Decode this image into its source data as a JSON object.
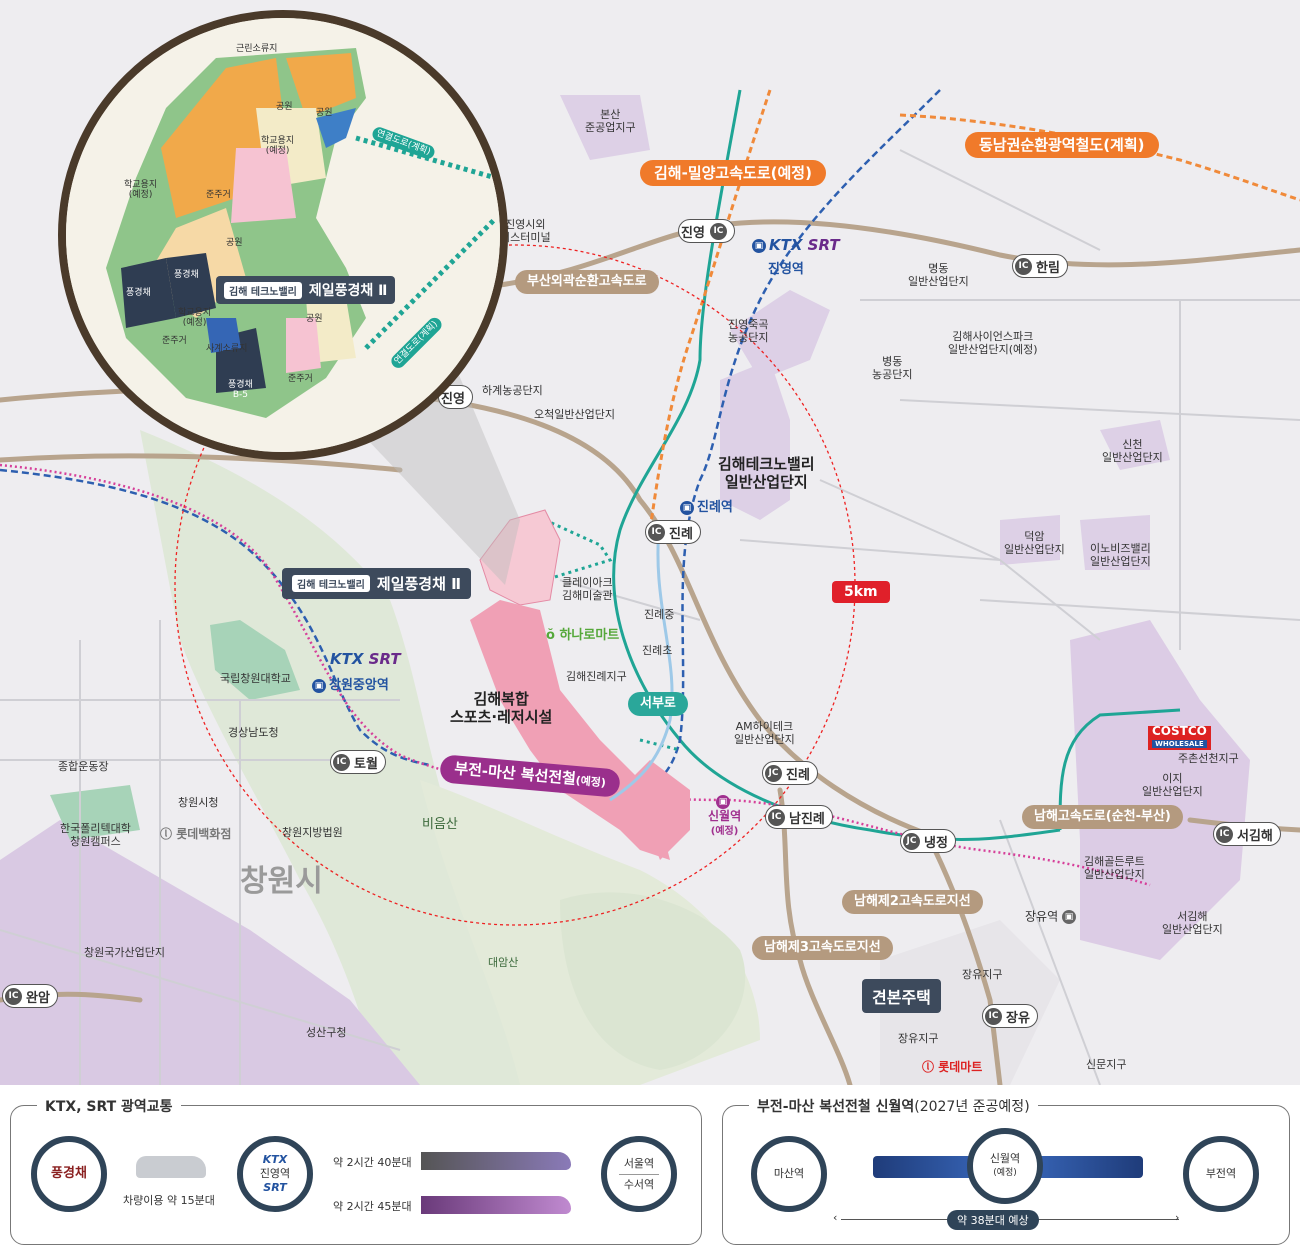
{
  "map": {
    "roads": {
      "gimhae_miryang": "김해-밀양고속도로(예정)",
      "dongnam_rail": "동남권순환광역철도(계획)",
      "busan_outer": "부산외곽순환고속도로",
      "bujeon_masan": "부전-마산 복선전철",
      "bujeon_masan_suffix": "(예정)",
      "namhae": "남해고속도로(순천-부산)",
      "namhae2": "남해제2고속도로지선",
      "namhae3": "남해제3고속도로지선",
      "seobu": "서부로"
    },
    "ic": {
      "jinyeong": "진영",
      "hallim": "한림",
      "jinrye": "진례",
      "toweol": "토월",
      "namjinrye": "남진례",
      "seogimhae": "서김해",
      "jangyu": "장유",
      "wanam": "완암",
      "jinyeong2": "진영"
    },
    "jc": {
      "jinrye": "진례",
      "naengjeong": "냉정"
    },
    "badges": {
      "ic": "IC",
      "jc": "JC"
    },
    "stations": {
      "jinyeong": "진영역",
      "jinrye": "진례역",
      "changwon_jungang": "창원중앙역",
      "sinwol": "신월역",
      "sinwol_note": "(예정)",
      "jangyu": "장유역"
    },
    "brands": {
      "ktx": "KTX",
      "srt": "SRT",
      "hanaro": "하나로마트",
      "lotte_dept": "롯데백화점",
      "lotte_mart": "롯데마트",
      "costco": "COSTCO",
      "costco_sub": "WHOLESALE"
    },
    "site_box": {
      "tag": "김해 테크노밸리",
      "name": "제일풍경채 Ⅱ"
    },
    "gyeonbon": "견본주택",
    "radius": "5km",
    "city": "창원시",
    "places": {
      "bonsan": "본산\n준공업지구",
      "jinyeong_terminal": "진영시외\n버스터미널",
      "myeongdong": "명동\n일반산업단지",
      "science_park": "김해사이언스파크\n일반산업단지(예정)",
      "jinyeong_juk": "진영죽곡\n농공단지",
      "byeongdong": "병동\n농공단지",
      "hagye": "하계농공단지",
      "ocheok": "오척일반산업단지",
      "technovalley": "김해테크노밸리\n일반산업단지",
      "sincheon": "신천\n일반산업단지",
      "deogam": "덕암\n일반산업단지",
      "innobiz": "이노비즈밸리\n일반산업단지",
      "clayarch": "클레이아크\n김해미술관",
      "jinrye_mid": "진례중",
      "jinrye_elem": "진례초",
      "jinrye_district": "김해진례지구",
      "sports": "김해복합\n스포츠·레저시설",
      "am_hitech": "AM하이테크\n일반산업단지",
      "jucheon": "주촌선천지구",
      "iji": "이지\n일반산업단지",
      "golden_root": "김해골든루트\n일반산업단지",
      "seogimhae_ind": "서김해\n일반산업단지",
      "jangyu_gu": "장유지구",
      "jangyu_gu2": "장유지구",
      "sinmun": "신문지구",
      "national_univ": "국립창원대학교",
      "gyeongnam": "경상남도청",
      "sports_complex": "종합운동장",
      "changwon_city_hall": "창원시청",
      "polytech": "한국폴리텍대학\n창원캠퍼스",
      "court": "창원지방법원",
      "changwon_industrial": "창원국가산업단지",
      "seongsan": "성산구청",
      "bieumsan": "비음산",
      "daeamsan": "대암산",
      "jinyeong_town": "진영"
    },
    "inset": {
      "connector1": "연결도로(계획)",
      "connector2": "연결도로(계획)",
      "park1": "공원",
      "park2": "공원",
      "park3": "공원",
      "park4": "공원",
      "school1": "학교용지\n(예정)",
      "school2": "학교용지\n(예정)",
      "school3": "학교용지\n(예정)",
      "semi1": "준주거",
      "semi2": "준주거",
      "semi3": "준주거",
      "pungg1": "풍경채",
      "pungg2": "풍경채",
      "b5": "풍경채\nB-5",
      "neighborhood": "근린소류지",
      "waterpark": "사계소류지",
      "box_tag": "김해 테크노밸리",
      "box_name": "제일풍경채 Ⅱ"
    }
  },
  "legend_ktx": {
    "title": "KTX, SRT 광역교통",
    "brand": "풍경채",
    "car": "차량이용 약 15분대",
    "hub_station": "진영역",
    "route1_time": "약 2시간 40분대",
    "route2_time": "약 2시간 45분대",
    "dest1": "서울역",
    "dest2": "수서역"
  },
  "legend_rail": {
    "title": "부전-마산 복선전철 신월역",
    "title_suffix": "(2027년 준공예정)",
    "left": "마산역",
    "center": "신월역",
    "center_note": "(예정)",
    "right": "부전역",
    "time": "약 38분대 예상"
  },
  "colors": {
    "orange": "#f07a2a",
    "teal": "#2aa79a",
    "purple": "#9a2f8c",
    "tan": "#b49a7f",
    "navy": "#2f4458",
    "site_pink": "#f0a0b5"
  }
}
